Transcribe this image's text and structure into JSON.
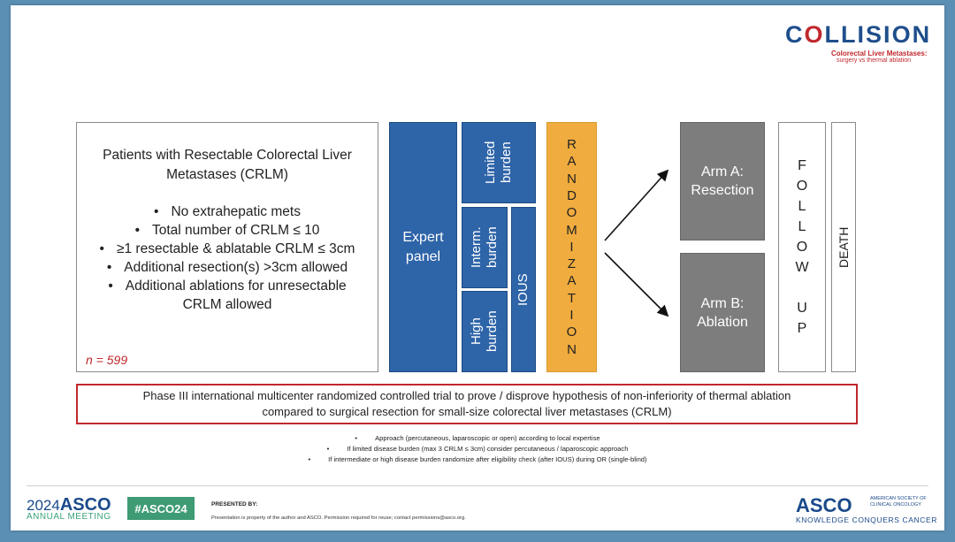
{
  "logo": {
    "word": "COLLISION",
    "subtitle1": "Colorectal Liver Metastases:",
    "subtitle2": "surgery vs thermal ablation"
  },
  "criteria": {
    "title_line1": "Patients with Resectable Colorectal Liver",
    "title_line2": "Metastases (CRLM)",
    "items": [
      "No extrahepatic mets",
      "Total number of CRLM ≤ 10",
      "≥1 resectable & ablatable CRLM ≤ 3cm",
      "Additional resection(s) >3cm allowed",
      "Additional ablations for unresectable",
      "CRLM allowed"
    ],
    "n_label": "n = 599"
  },
  "flow": {
    "expert_line1": "Expert",
    "expert_line2": "panel",
    "limited_line1": "Limited",
    "limited_line2": "burden",
    "interm_line1": "Interm.",
    "interm_line2": "burden",
    "high_line1": "High",
    "high_line2": "burden",
    "ious": "IOUS",
    "randomization_letters": [
      "R",
      "A",
      "N",
      "D",
      "O",
      "M",
      "I",
      "Z",
      "A",
      "T",
      "I",
      "O",
      "N"
    ],
    "arm_a_line1": "Arm A:",
    "arm_a_line2": "Resection",
    "arm_b_line1": "Arm B:",
    "arm_b_line2": "Ablation",
    "follow_letters": [
      "F",
      "O",
      "L",
      "L",
      "O",
      "W",
      "",
      "U",
      "P"
    ],
    "death": "DEATH"
  },
  "phase": {
    "line1": "Phase III international multicenter randomized controlled trial to prove / disprove hypothesis of non-inferiority of thermal ablation",
    "line2": "compared to surgical resection for small-size colorectal liver metastases (CRLM)"
  },
  "notes": [
    "Approach (percutaneous, laparoscopic or open) according to local expertise",
    "If limited disease burden (max 3 CRLM ≤ 3cm) consider percutaneous / laparoscopic approach",
    "If intermediate or high disease burden randomize after eligibility check (after IOUS) during OR (single-blind)"
  ],
  "footer": {
    "year": "2024",
    "asco": "ASCO",
    "annual": "ANNUAL MEETING",
    "hashtag": "#ASCO24",
    "presented_by": "PRESENTED BY:",
    "property": "Presentation is property of the author and ASCO. Permission required for reuse; contact permissions@asco.org.",
    "asco_logo": "ASCO",
    "society_line1": "AMERICAN SOCIETY OF",
    "society_line2": "CLINICAL ONCOLOGY",
    "conquers": "KNOWLEDGE CONQUERS CANCER"
  },
  "colors": {
    "blue": "#2e64a8",
    "orange": "#f0ac3e",
    "grey": "#7d7d7d",
    "red": "#c0282d"
  }
}
